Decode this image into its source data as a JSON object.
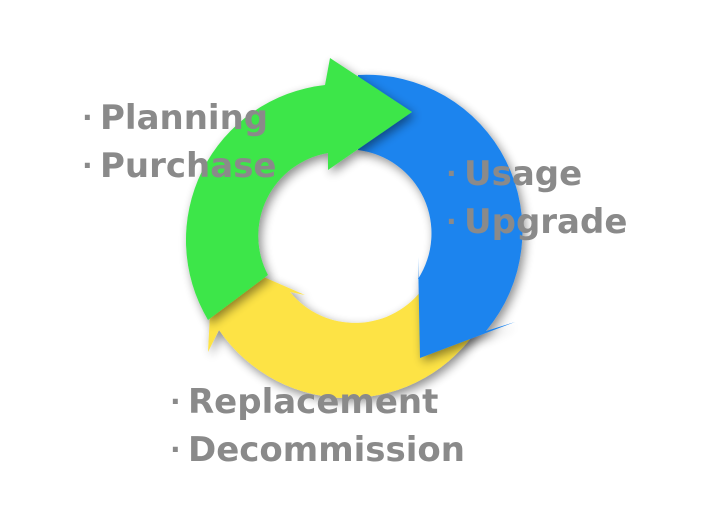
{
  "colors": {
    "green": "#3ee64a",
    "blue": "#1f84ee",
    "yellow": "#fde345",
    "label_text": "#8a8a8a"
  },
  "bullet": "·",
  "groups": {
    "top_left": {
      "items": [
        "Planning",
        "Purchase"
      ]
    },
    "right": {
      "items": [
        "Usage",
        "Upgrade"
      ]
    },
    "bottom": {
      "items": [
        "Replacement",
        "Decommission"
      ]
    }
  }
}
